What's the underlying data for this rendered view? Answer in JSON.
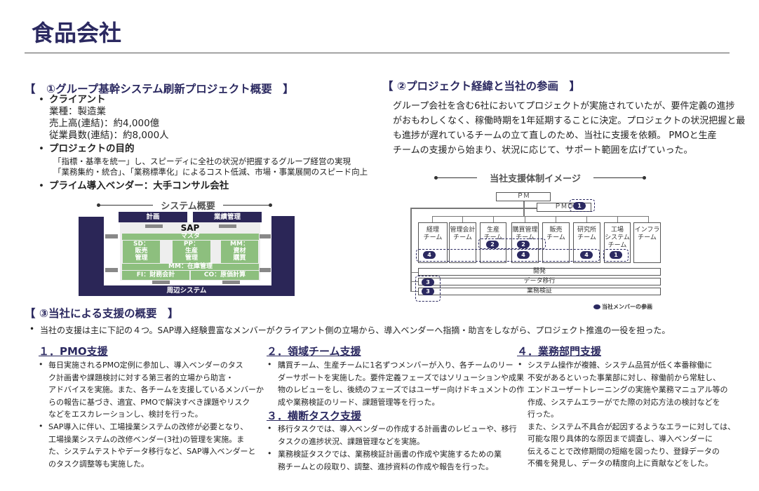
{
  "title": "食品会社",
  "section1": {
    "heading": "【　①グループ基幹システム刷新プロジェクト概要　】",
    "client_label": "クライアント",
    "client_lines": [
      "業種：製造業",
      "売上高(連結)：約4,000億",
      "従業員数(連結)：約8,000人"
    ],
    "purpose_label": "プロジェクトの目的",
    "purpose_lines": "「指標・基準を統一」し、スピーディに全社の状況が把握するグループ経営の実現\n「業務集約・統合」、「業務標準化」によるコスト低減、市場・事業展開のスピード向上",
    "vendor": "プライム導入ベンダー：大手コンサル会社"
  },
  "system_overview": {
    "title": "システム概要",
    "plan": "計画",
    "performance": "業績管理",
    "sap": "SAP",
    "master": "マスタ",
    "sd": "SD：\n販売\n管理",
    "pp": "PP：\n生産\n管理",
    "mm": "MM：\n資材\n購買",
    "mm_stock": "MM：在庫管理",
    "fi": "FI：財務会計",
    "co": "CO：原価計算",
    "peripheral": "周辺システム"
  },
  "section2": {
    "heading": "【 ②プロジェクト経緯と当社の参画　】",
    "body": "グループ会社を含む6社においてプロジェクトが実施されていたが、要件定義の進捗\nがおもわしくなく、稼働時期を1年延期することに決定。プロジェクトの状況把握と最\nも進捗が遅れているチームの立て直しのため、当社に支援を依頼。 PMOと生産\nチームの支援から始まり、状況に応じて、サポート範囲を広げていった。"
  },
  "org": {
    "title": "当社支援体制イメージ",
    "pm": "ＰＭ",
    "pmo": "ＰＭＯ",
    "teams": [
      "経理\nチーム",
      "管理会計\nチーム",
      "生産\nチーム",
      "購買管理\nチーム",
      "販売\nチーム",
      "研究所\nチーム",
      "工場\nシステム\nチーム",
      "インフラ\nチーム"
    ],
    "rows": [
      "開発",
      "データ移行",
      "業務検証"
    ],
    "badges": {
      "pmo": "1",
      "factory": "1",
      "team2": "2",
      "team4": "4",
      "row3": "3"
    },
    "legend": "当社メンバーの参画"
  },
  "section3": {
    "heading": "【 ③当社による支援の概要　】",
    "intro": "当社の支援は主に下記の４つ。SAP導入経験豊富なメンバーがクライアント側の立場から、導入ベンダーへ指摘・助言をしながら、プロジェクト推進の一役を担った。",
    "col1": {
      "heading": "１．PMO支援",
      "b1": "毎日実施されるPMO定例に参加し、導入ベンダーのタス\nク計画書や課題検討に対する第三者的立場から助言・\nアドバイスを実施。また、各チームを支援しているメンバーか\nらの報告に基づき、適宜、PMOで解決すべき課題やリスク\nなどをエスカレーションし、検討を行った。",
      "b2": "SAP導入に伴い、工場操業システムの改修が必要となり、\n工場操業システムの改修ベンダー(3社)の管理を実施。ま\nた、システムテストやデータ移行など、SAP導入ベンダーと\nのタスク調整等も実施した。"
    },
    "col2": {
      "heading": "２．領域チーム支援",
      "b1": "購買チーム、生産チームに1名ずつメンバーが入り、各チームのリー\nダーサポートを実施した。要件定義フェーズではソリューションや成果\n物のレビューをし、後続のフェーズではユーザー向けドキュメントの作\n成や業務検証のリード、課題管理等を行った。"
    },
    "col3": {
      "heading": "３．横断タスク支援",
      "b1": "移行タスクでは、導入ベンダーの作成する計画書のレビューや、移行\nタスクの進捗状況、課題管理などを実施。",
      "b2": "業務検証タスクでは、業務検証計画書の作成や実施するための業\n務チームとの段取り、調整、進捗資料の作成や報告を行った。"
    },
    "col4": {
      "heading": "４．業務部門支援",
      "b1": "システム操作が複雑、システム品質が低く本番稼働に\n不安があるといった事業部に対し、稼働前から常駐し、\nエンドユーザートレーニングの実施や業務マニュアル等の\n作成、システムエラーがでた際の対応方法の検討などを\n行った。\nまた、システム不具合が起因するようなエラーに対しては、\n可能な限り具体的な原因まで調査し、導入ベンダーに\n伝えることで改修期間の短縮を図ったり、登録データの\n不備を発見し、データの精度向上に貢献などをした。"
    }
  },
  "bullet": "•"
}
